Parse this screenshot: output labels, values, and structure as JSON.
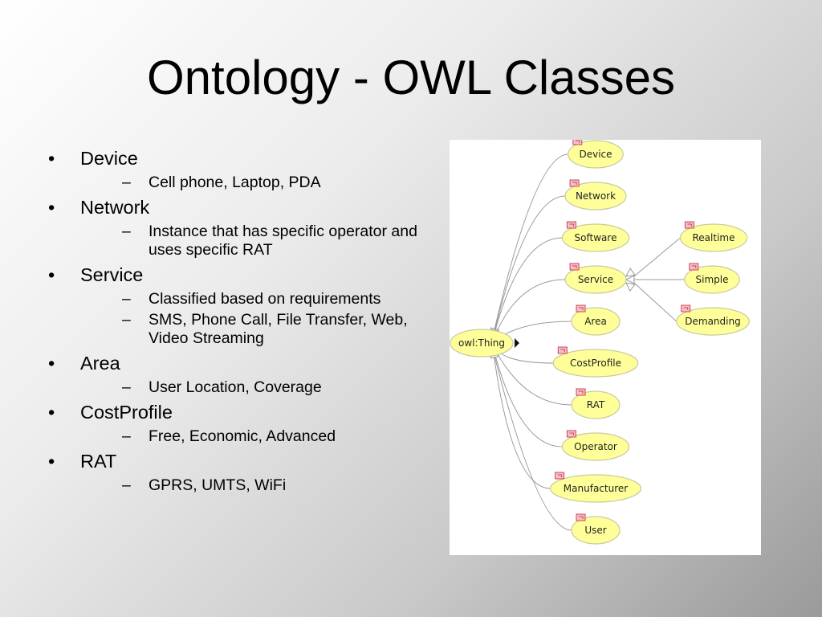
{
  "title": "Ontology - OWL Classes",
  "bullets": [
    {
      "label": "Device",
      "sub": [
        "Cell phone, Laptop, PDA"
      ]
    },
    {
      "label": "Network",
      "sub": [
        "Instance that has specific operator and uses specific RAT"
      ]
    },
    {
      "label": "Service",
      "sub": [
        "Classified based on requirements",
        "SMS, Phone Call, File Transfer, Web, Video Streaming"
      ]
    },
    {
      "label": "Area",
      "sub": [
        "User Location, Coverage"
      ]
    },
    {
      "label": "CostProfile",
      "sub": [
        "Free, Economic, Advanced"
      ]
    },
    {
      "label": "RAT",
      "sub": [
        "GPRS, UMTS, WiFi"
      ]
    }
  ],
  "diagram": {
    "root": "owl:Thing",
    "children": [
      "Device",
      "Network",
      "Software",
      "Service",
      "Area",
      "CostProfile",
      "RAT",
      "Operator",
      "Manufacturer",
      "User"
    ],
    "service_subclasses": [
      "Realtime",
      "Simple",
      "Demanding"
    ],
    "colors": {
      "node_fill": "#ffff99",
      "node_stroke": "#c8c8a0",
      "edge": "#9a9a9a",
      "marker": "#cc4455"
    }
  }
}
